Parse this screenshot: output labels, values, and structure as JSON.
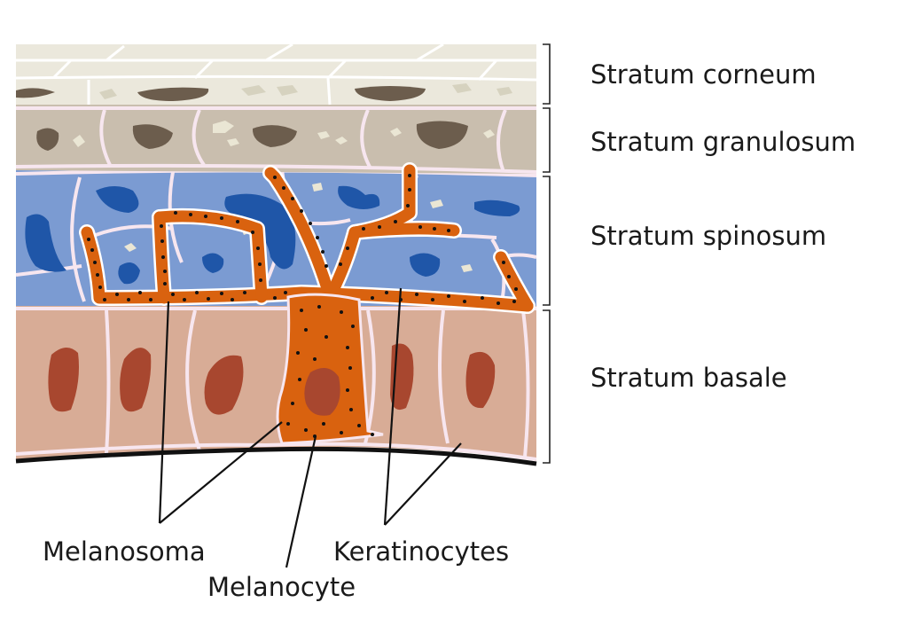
{
  "layers": [
    {
      "id": "corneum",
      "label": "Stratum corneum"
    },
    {
      "id": "granulosum",
      "label": "Stratum granulosum"
    },
    {
      "id": "spinosum",
      "label": "Stratum spinosum"
    },
    {
      "id": "basale",
      "label": "Stratum basale"
    }
  ],
  "callouts": {
    "melanosoma": "Melanosoma",
    "melanocyte": "Melanocyte",
    "keratinocytes": "Keratinocytes"
  },
  "colors": {
    "corneum": "#ebe8dc",
    "granulosum": "#c9beae",
    "spinosum": "#7b9bd2",
    "spinosum_nucleus": "#1f56a8",
    "basale": "#d8ac96",
    "basale_nucleus": "#a8472f",
    "melanocyte": "#d9620f",
    "melanosome": "#111111",
    "cell_wall": "#f7e6ef",
    "basement_membrane": "#111111"
  }
}
